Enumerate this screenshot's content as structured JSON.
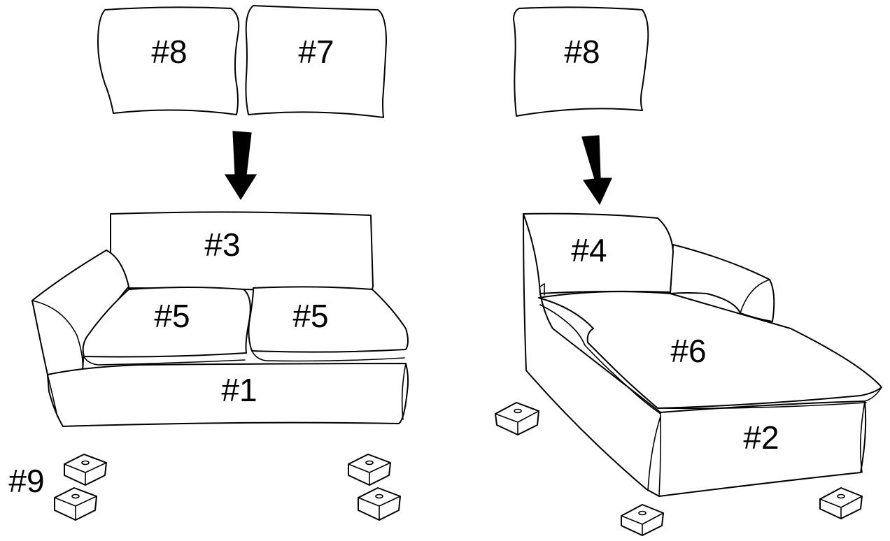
{
  "parts": {
    "cushion_8_left": "#8",
    "cushion_7": "#7",
    "cushion_8_right": "#8",
    "backrest_3": "#3",
    "seat_5_left": "#5",
    "seat_5_right": "#5",
    "base_1": "#1",
    "backrest_4": "#4",
    "chaise_seat_6": "#6",
    "chaise_base_2": "#2",
    "feet_9": "#9"
  },
  "colors": {
    "line": "#000000",
    "fill": "#ffffff",
    "arrow": "#000000"
  }
}
